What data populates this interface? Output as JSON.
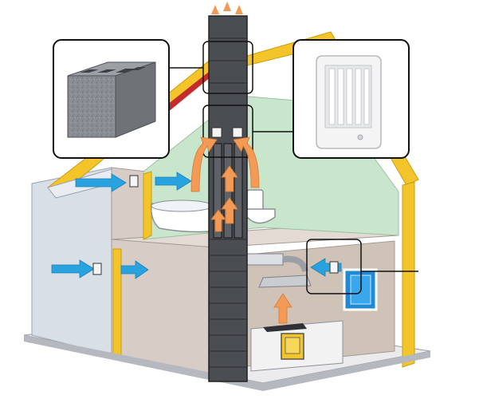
{
  "diagram": {
    "type": "ventilation-cutaway",
    "components": [
      {
        "id": "chimney",
        "name": "chimney-stack"
      },
      {
        "id": "block",
        "name": "ventilation-block-callout"
      },
      {
        "id": "grille",
        "name": "ventilation-grille-callout"
      },
      {
        "id": "wall_inlet",
        "name": "wall-air-inlet-callout"
      },
      {
        "id": "hood",
        "name": "kitchen-hood"
      },
      {
        "id": "bathtub",
        "name": "bathtub"
      },
      {
        "id": "toilet",
        "name": "toilet"
      },
      {
        "id": "stove",
        "name": "kitchen-stove"
      },
      {
        "id": "window",
        "name": "window"
      }
    ],
    "airflow": {
      "intake_color": "#29a3df",
      "exhaust_color": "#f29a56"
    },
    "colors": {
      "wall_yellow": "#f3c52a",
      "roof_red": "#c42b2a",
      "outer_wall_blue": "#d9dfe6",
      "interior_green": "#c8e6cc",
      "floor_gray": "#ebebed",
      "chimney_dark": "#333539"
    }
  }
}
